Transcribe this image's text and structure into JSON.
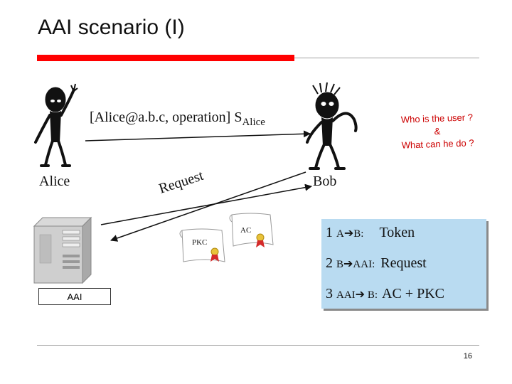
{
  "title": "AAI scenario (I)",
  "colors": {
    "accent_red": "#ff0000",
    "rule_gray": "#a0a0a0",
    "question_red": "#cc0000",
    "steps_bg": "#b9dbf1",
    "seal_red": "#d42a2a"
  },
  "actors": {
    "alice": "Alice",
    "bob": "Bob",
    "aai": "AAI"
  },
  "message": {
    "text": "[Alice@a.b.c, operation] S",
    "sub": "Alice"
  },
  "question": {
    "line1": "Who is the user ?",
    "line2": "&",
    "line3": "What can he do ?"
  },
  "request_label": [
    "R",
    "e",
    "q",
    "u",
    "e",
    "s",
    "t"
  ],
  "certificates": {
    "pkc": "PKC",
    "ac": "AC"
  },
  "steps": {
    "s1": {
      "num": "1 ",
      "from": "A",
      "to": "B:",
      "desc": "Token"
    },
    "s2": {
      "num": "2 ",
      "from": "B",
      "to": "AAI:",
      "desc": "Request"
    },
    "s3": {
      "num": "3 ",
      "from": "AAI",
      "to": " B:",
      "desc": "AC + PKC"
    }
  },
  "page_number": "16"
}
